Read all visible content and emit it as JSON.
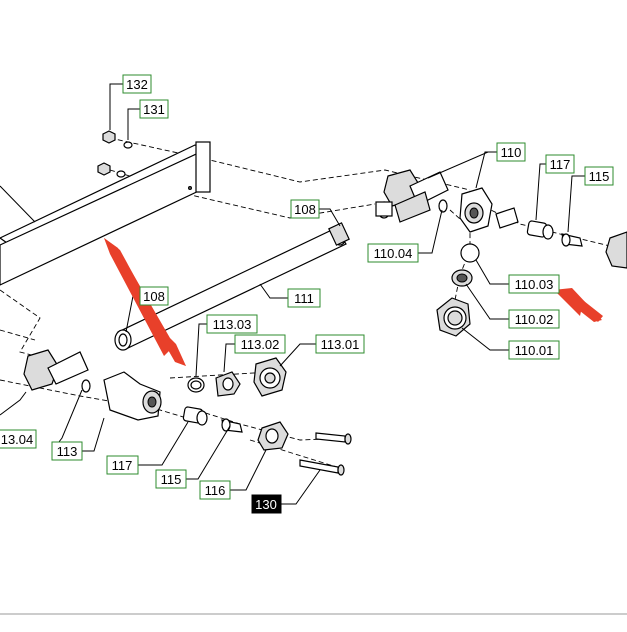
{
  "labels": [
    {
      "id": "132",
      "text": "132"
    },
    {
      "id": "131",
      "text": "131"
    },
    {
      "id": "110",
      "text": "110"
    },
    {
      "id": "117a",
      "text": "117"
    },
    {
      "id": "115a",
      "text": "115"
    },
    {
      "id": "108a",
      "text": "108"
    },
    {
      "id": "110_04",
      "text": "110.04"
    },
    {
      "id": "110_03",
      "text": "110.03"
    },
    {
      "id": "110_02",
      "text": "110.02"
    },
    {
      "id": "110_01",
      "text": "110.01"
    },
    {
      "id": "108b",
      "text": "108"
    },
    {
      "id": "111",
      "text": "111"
    },
    {
      "id": "113_03",
      "text": "113.03"
    },
    {
      "id": "113_02",
      "text": "113.02"
    },
    {
      "id": "113_01",
      "text": "113.01"
    },
    {
      "id": "113_04",
      "text": "13.04"
    },
    {
      "id": "113",
      "text": "113"
    },
    {
      "id": "117b",
      "text": "117"
    },
    {
      "id": "115b",
      "text": "115"
    },
    {
      "id": "116",
      "text": "116"
    },
    {
      "id": "130",
      "text": "130"
    }
  ],
  "colors": {
    "label_border": "#2e8b2e",
    "arrow": "#e8402a",
    "highlight_label_bg": "#000000"
  },
  "icons": [
    "red-arrow-icon",
    "red-arrow-icon"
  ]
}
